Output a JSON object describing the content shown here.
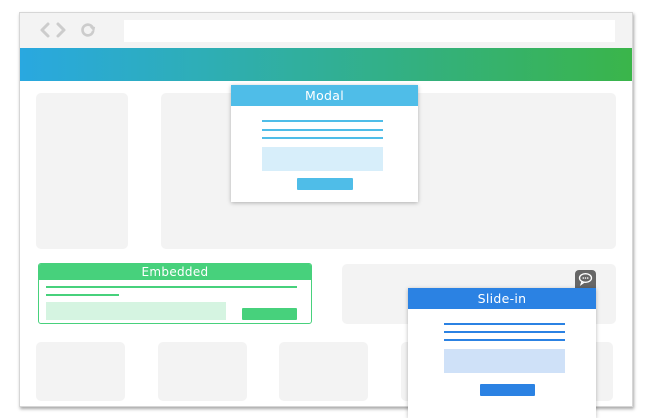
{
  "browser": {
    "toolbar": {
      "icons": [
        "back-arrow",
        "forward-arrow",
        "reload"
      ],
      "address_value": ""
    },
    "colors": {
      "hero_gradient_start": "#29a8e0",
      "hero_gradient_end": "#3ab54a",
      "placeholder": "#f3f3f3"
    }
  },
  "popups": {
    "modal": {
      "title": "Modal",
      "color": "#4fbde8",
      "field_color": "#d7eefa"
    },
    "embedded": {
      "title": "Embedded",
      "color": "#47d17c",
      "field_color": "#d5f4e1"
    },
    "slidein": {
      "title": "Slide-in",
      "color": "#2b82e3",
      "field_color": "#cfe1f8",
      "tab_icon": "chat-bubble"
    }
  }
}
